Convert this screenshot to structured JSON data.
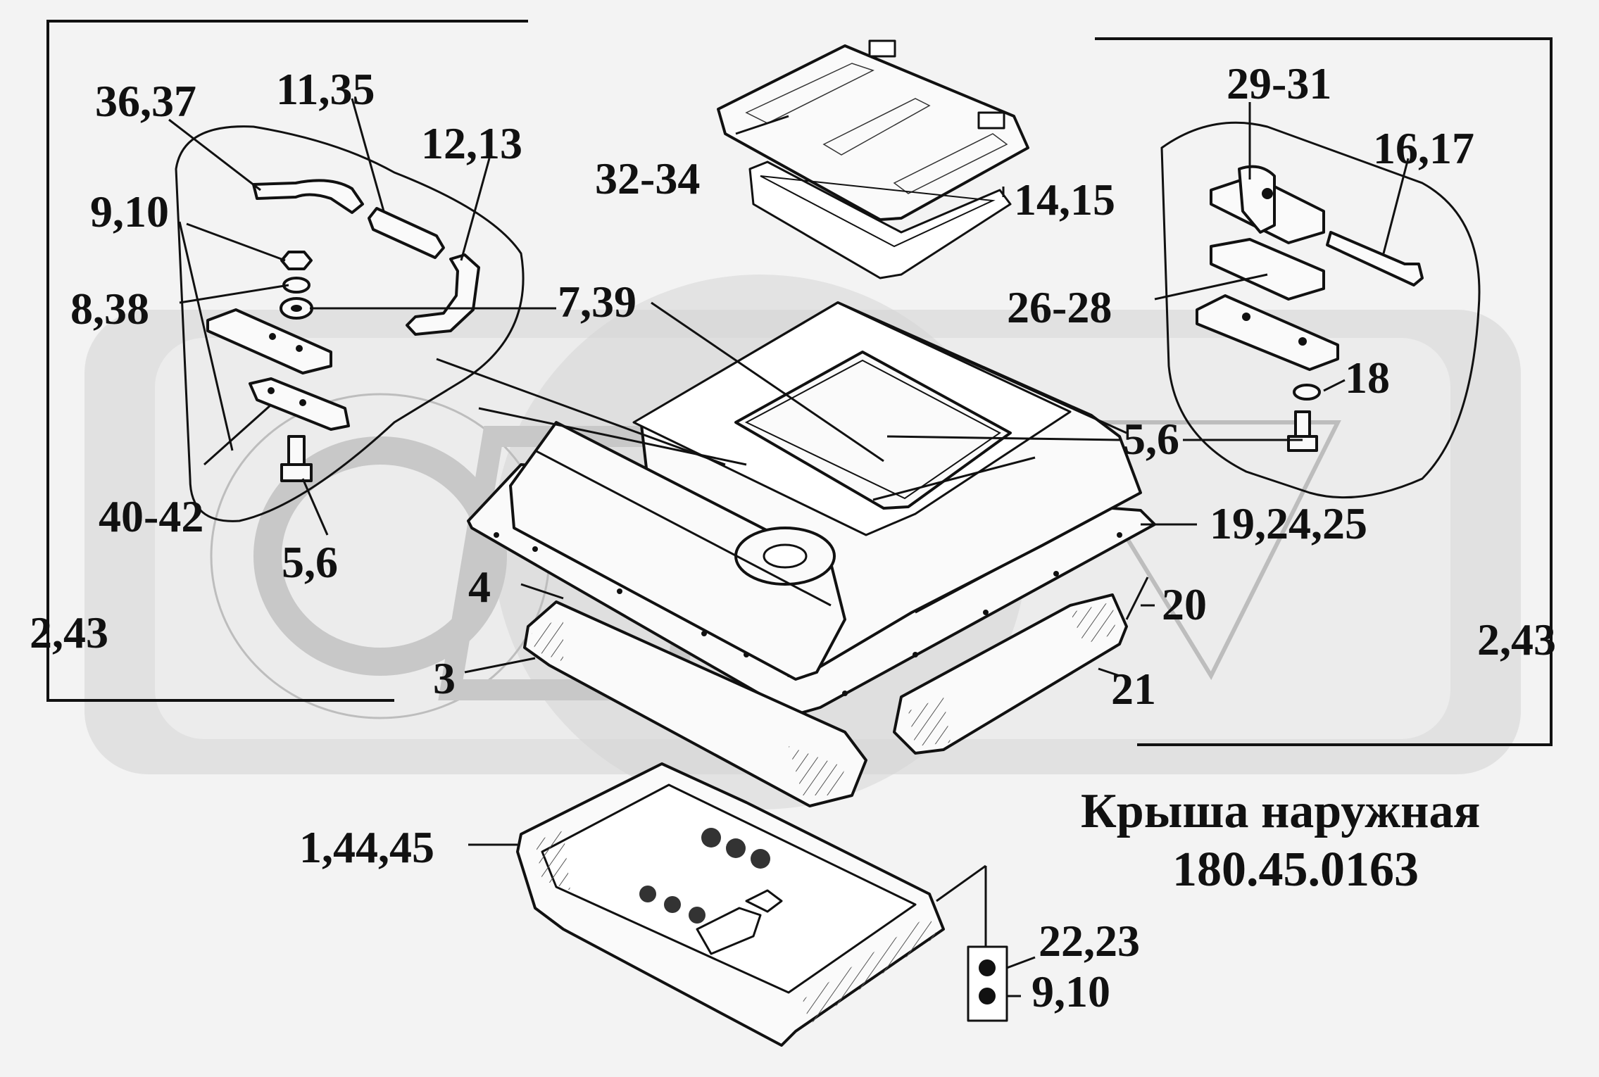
{
  "title": {
    "line1": "Крыша наружная",
    "line2": "180.45.0163"
  },
  "callouts": {
    "c36_37": "36,37",
    "c11_35": "11,35",
    "c12_13": "12,13",
    "c9_10_top": "9,10",
    "c8_38": "8,38",
    "c7_39": "7,39",
    "c40_42": "40-42",
    "c5_6_left": "5,6",
    "c2_43_left": "2,43",
    "c4": "4",
    "c3": "3",
    "c32_34": "32-34",
    "c14_15": "14,15",
    "c29_31": "29-31",
    "c16_17": "16,17",
    "c26_28": "26-28",
    "c18": "18",
    "c5_6_right": "5,6",
    "c19_24_25": "19,24,25",
    "c20": "20",
    "c21": "21",
    "c2_43_right": "2,43",
    "c1_44_45": "1,44,45",
    "c22_23": "22,23",
    "c9_10_bottom": "9,10"
  }
}
